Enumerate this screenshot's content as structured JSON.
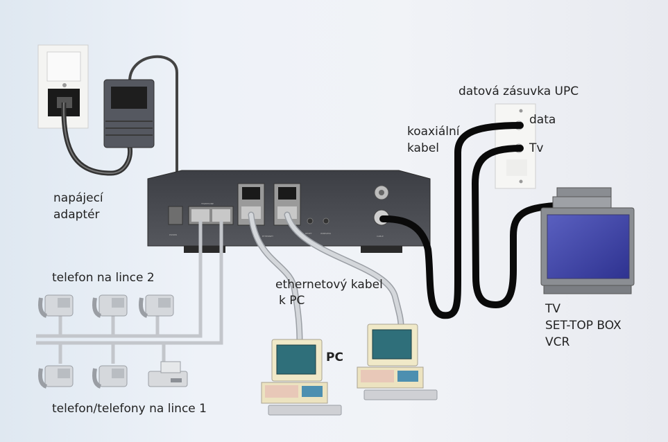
{
  "diagram": {
    "title": "Cable modem connection diagram",
    "labels": {
      "power_adapter": [
        "napájecí",
        "adaptér"
      ],
      "wall_outlet": "datová zásuvka UPC",
      "outlet_data": "data",
      "outlet_tv": "Tv",
      "coax_cable": [
        "koaxiální",
        "kabel"
      ],
      "tv_devices": [
        "TV",
        "SET-TOP BOX",
        "VCR"
      ],
      "phone_line2": "telefon na lince 2",
      "phone_line1": "telefon/telefony na lince 1",
      "ethernet_cable": [
        "ethernetový kabel",
        "k PC"
      ],
      "pc": "PC"
    },
    "modem_ports": [
      "POWER",
      "TELEPHONE",
      "ETHERNET 1",
      "ETHERNET 2",
      "RESET",
      "WIRELESS SETUP",
      "CABLE"
    ],
    "devices": {
      "phones_line2": 3,
      "phones_line1": 2,
      "fax_line1": 1,
      "pcs": 2
    },
    "colors": {
      "modem_body": "#4a4c52",
      "coax_cable": "#0a0a0a",
      "ethernet_cable": "#c9ccd1",
      "tv_screen": "#3b3f9a",
      "pc_screen": "#2f6f7a"
    }
  }
}
